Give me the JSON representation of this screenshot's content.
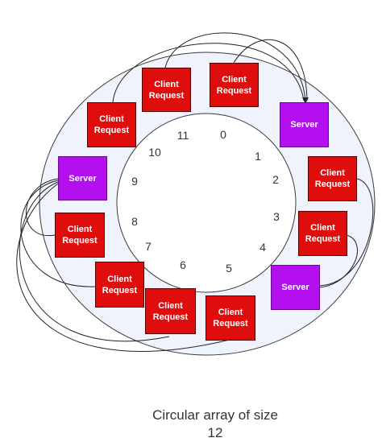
{
  "diagram": {
    "client_label": "Client\nRequest",
    "server_label": "Server",
    "positions": [
      "0",
      "1",
      "2",
      "3",
      "4",
      "5",
      "6",
      "7",
      "8",
      "9",
      "10",
      "11"
    ],
    "caption_line1": "Circular array of size",
    "caption_line2": "12",
    "colors": {
      "ring": "#eef3fc",
      "client": "#e00d0d",
      "server": "#b30fef",
      "line": "#222222"
    }
  }
}
